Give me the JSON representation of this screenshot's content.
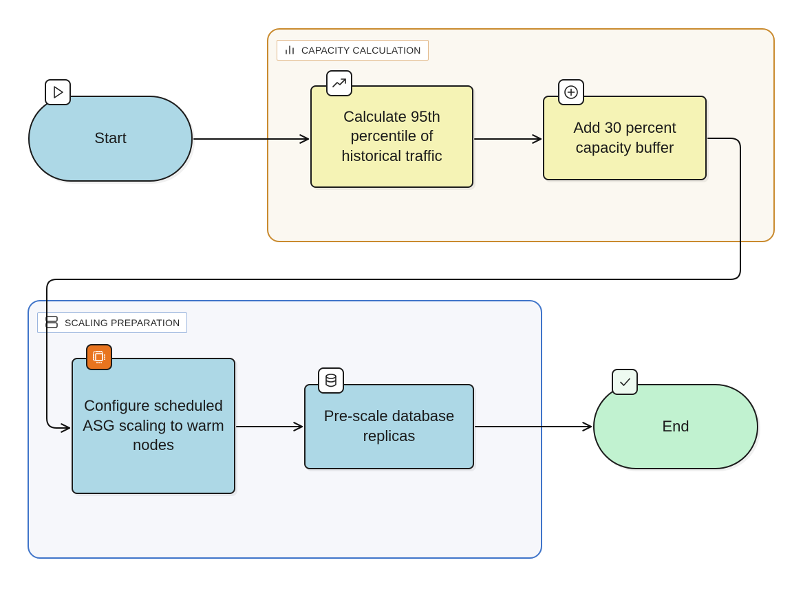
{
  "groups": {
    "capacity": {
      "label": "CAPACITY CALCULATION",
      "icon": "bar-chart-icon"
    },
    "scaling": {
      "label": "SCALING PREPARATION",
      "icon": "server-stack-icon"
    }
  },
  "nodes": {
    "start": {
      "label": "Start",
      "icon": "play-icon"
    },
    "calc": {
      "label": "Calculate 95th percentile of historical traffic",
      "icon": "trending-up-icon"
    },
    "add": {
      "label": "Add 30 percent capacity buffer",
      "icon": "plus-circle-icon"
    },
    "config": {
      "label": "Configure scheduled ASG scaling to warm nodes",
      "icon": "compute-chip-icon"
    },
    "prescale": {
      "label": "Pre-scale database replicas",
      "icon": "database-icon"
    },
    "end": {
      "label": "End",
      "icon": "check-icon"
    }
  },
  "edges": [
    {
      "from": "start",
      "to": "calc"
    },
    {
      "from": "calc",
      "to": "add"
    },
    {
      "from": "add",
      "to": "config"
    },
    {
      "from": "config",
      "to": "prescale"
    },
    {
      "from": "prescale",
      "to": "end"
    }
  ],
  "colors": {
    "capacity_border": "#c98a2e",
    "scaling_border": "#3f74c9",
    "blue_node": "#add8e6",
    "yellow_node": "#f5f3b5",
    "green_node": "#c1f2d0",
    "compute_badge": "#e8741f"
  }
}
